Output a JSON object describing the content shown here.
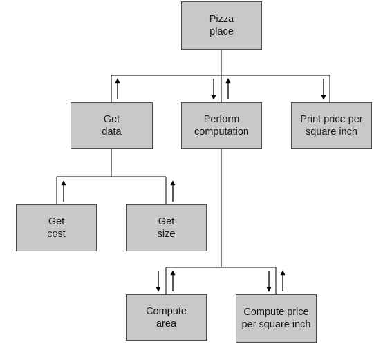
{
  "diagram": {
    "colors": {
      "box_fill": "#c8c8c8",
      "box_border": "#4a4a4a",
      "line": "#000000",
      "background": "#ffffff"
    },
    "nodes": {
      "pizza_place": "Pizza\nplace",
      "get_data": "Get\ndata",
      "perform_computation": "Perform\ncomputation",
      "print_price": "Print price per\nsquare inch",
      "get_cost": "Get\ncost",
      "get_size": "Get\nsize",
      "compute_area": "Compute\narea",
      "compute_price": "Compute price\nper square inch"
    },
    "edges": [
      {
        "from": "pizza_place",
        "to": "get_data",
        "arrows": [
          "up"
        ]
      },
      {
        "from": "pizza_place",
        "to": "perform_computation",
        "arrows": [
          "down",
          "up"
        ]
      },
      {
        "from": "pizza_place",
        "to": "print_price",
        "arrows": [
          "down"
        ]
      },
      {
        "from": "get_data",
        "to": "get_cost",
        "arrows": [
          "up"
        ]
      },
      {
        "from": "get_data",
        "to": "get_size",
        "arrows": [
          "up"
        ]
      },
      {
        "from": "perform_computation",
        "to": "compute_area",
        "arrows": [
          "down",
          "up"
        ]
      },
      {
        "from": "perform_computation",
        "to": "compute_price",
        "arrows": [
          "down",
          "up"
        ]
      }
    ]
  }
}
